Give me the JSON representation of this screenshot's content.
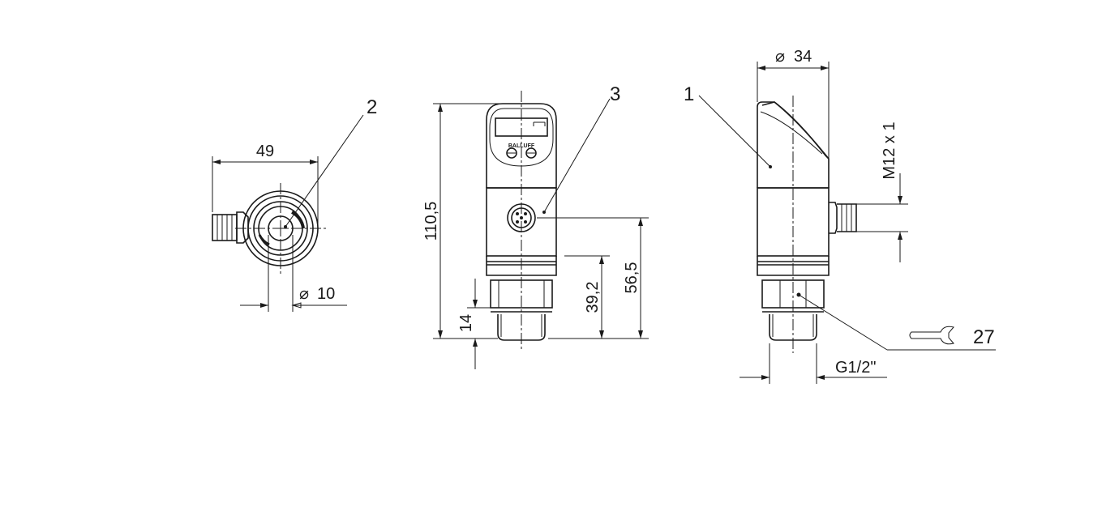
{
  "drawing": {
    "dimensions": {
      "width_49": "49",
      "dia_10": "10",
      "height_110_5": "110,5",
      "height_56_5": "56,5",
      "height_39_2": "39,2",
      "height_14": "14",
      "dia_34": "34",
      "thread_m12": "M12 x 1",
      "thread_g12": "G1/2\"",
      "wrench_27": "27"
    },
    "callouts": {
      "c1": "1",
      "c2": "2",
      "c3": "3"
    },
    "logo": "BALLUFF",
    "diameter_symbol": "⌀"
  }
}
